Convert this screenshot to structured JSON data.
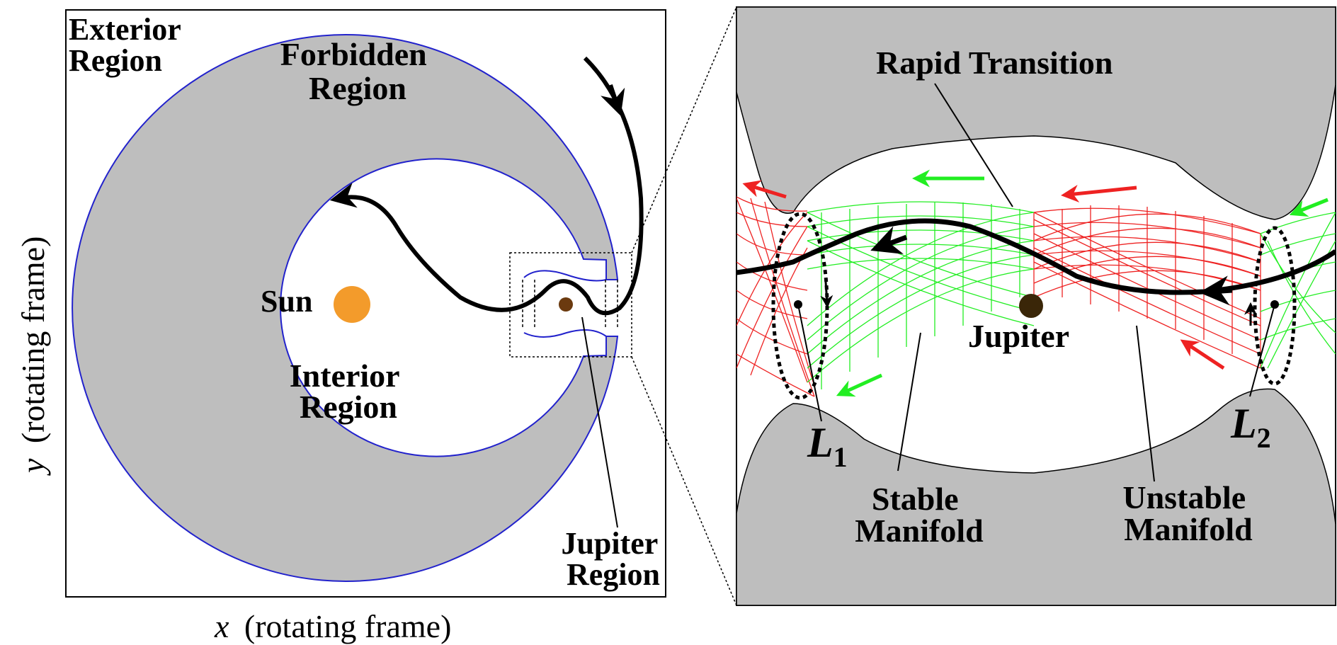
{
  "left_panel": {
    "exterior_region": [
      "Exterior",
      "Region"
    ],
    "forbidden_region": [
      "Forbidden",
      "Region"
    ],
    "interior_region": [
      "Interior",
      "Region"
    ],
    "jupiter_region": [
      "Jupiter",
      "Region"
    ],
    "sun": "Sun",
    "x_axis": {
      "var": "x",
      "label": "(rotating frame)"
    },
    "y_axis": {
      "var": "y",
      "label": "(rotating frame)"
    }
  },
  "right_panel": {
    "rapid_transition": "Rapid Transition",
    "jupiter": "Jupiter",
    "l1": {
      "letter": "L",
      "sub": "1"
    },
    "l2": {
      "letter": "L",
      "sub": "2"
    },
    "stable_manifold": [
      "Stable",
      "Manifold"
    ],
    "unstable_manifold": [
      "Unstable",
      "Manifold"
    ]
  },
  "colors": {
    "forbidden_fill": "#bebebe",
    "boundary": "#2222cc",
    "sun": "#f39b2b",
    "jupiter_small": "#6b3a0f",
    "jupiter_large": "#3a2608",
    "stable_manifold": "#22ee22",
    "unstable_manifold": "#ee2222",
    "trajectory": "#000000"
  }
}
